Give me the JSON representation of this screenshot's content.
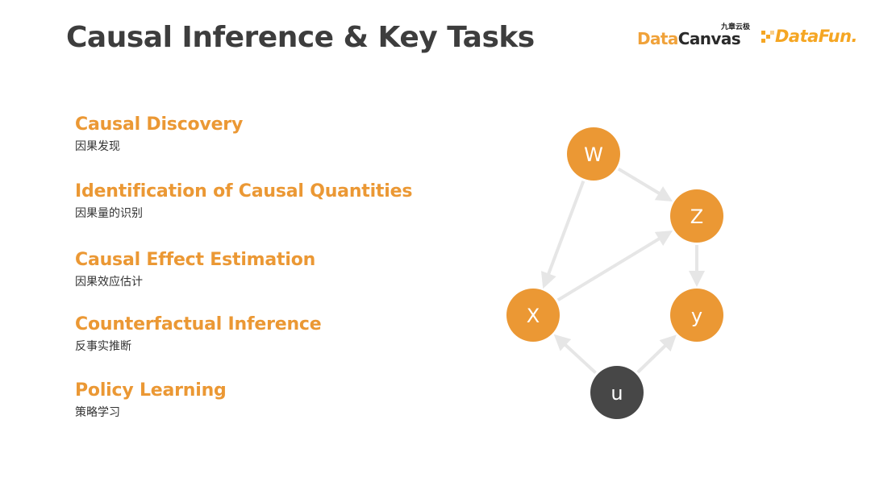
{
  "slide": {
    "title": "Causal Inference & Key Tasks"
  },
  "logos": {
    "datacanvas_small": "九章云极",
    "datacanvas_data": "Data",
    "datacanvas_canvas": "Canvas",
    "datafun": "DataFun."
  },
  "tasks": [
    {
      "en": "Causal Discovery",
      "cn": "因果发现"
    },
    {
      "en": "Identification of Causal Quantities",
      "cn": "因果量的识别"
    },
    {
      "en": "Causal Effect Estimation",
      "cn": "因果效应估计"
    },
    {
      "en": "Counterfactual Inference",
      "cn": "反事实推断"
    },
    {
      "en": "Policy Learning",
      "cn": "策略学习"
    }
  ],
  "graph": {
    "nodes": [
      {
        "id": "W",
        "label": "W",
        "color": "#eb9834"
      },
      {
        "id": "Z",
        "label": "Z",
        "color": "#eb9834"
      },
      {
        "id": "X",
        "label": "X",
        "color": "#eb9834"
      },
      {
        "id": "y",
        "label": "y",
        "color": "#eb9834"
      },
      {
        "id": "u",
        "label": "u",
        "color": "#474747"
      }
    ],
    "edges": [
      {
        "from": "W",
        "to": "Z"
      },
      {
        "from": "W",
        "to": "X"
      },
      {
        "from": "X",
        "to": "Z"
      },
      {
        "from": "Z",
        "to": "y"
      },
      {
        "from": "u",
        "to": "X"
      },
      {
        "from": "u",
        "to": "y"
      }
    ],
    "edge_color": "#e6e6e6"
  }
}
